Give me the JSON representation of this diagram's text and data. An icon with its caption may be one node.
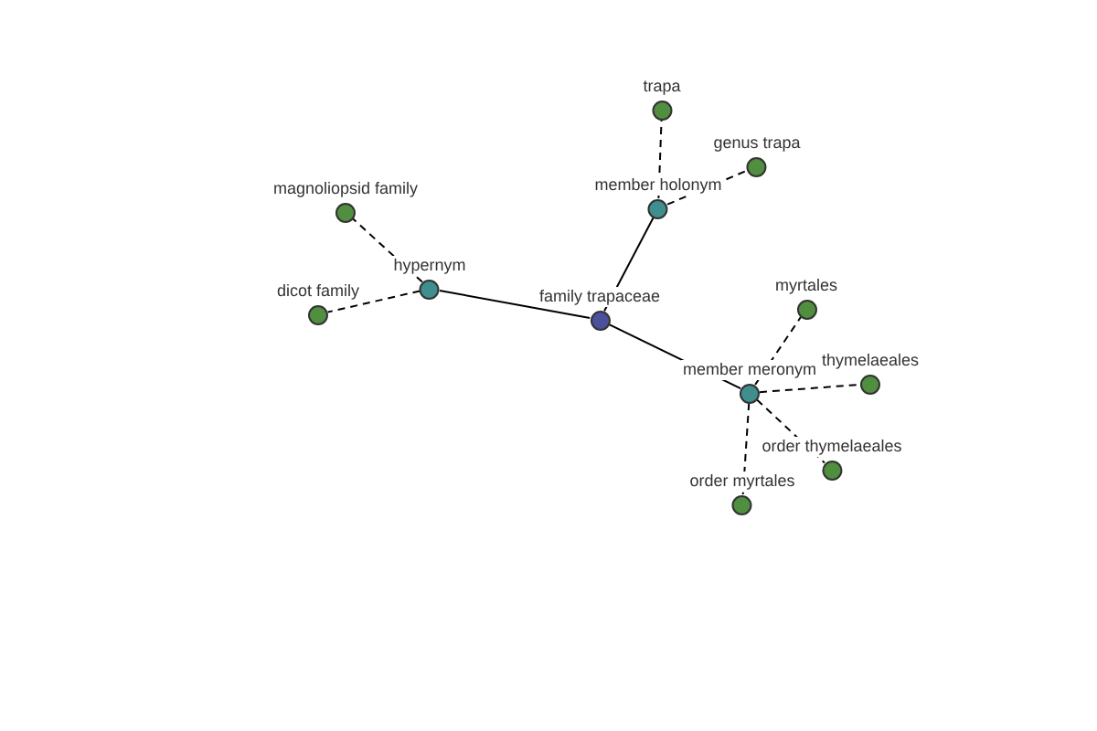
{
  "diagram": {
    "nodes": [
      {
        "text": [
          "family trapaceae"
        ]
      },
      {
        "text": [
          "hypernym"
        ]
      },
      {
        "text": [
          "member holonym"
        ]
      },
      {
        "text": [
          "member meronym"
        ]
      },
      {
        "text": [
          "magnoliopsid family"
        ]
      },
      {
        "text": [
          "dicot family"
        ]
      },
      {
        "text": [
          "trapa"
        ]
      },
      {
        "text": [
          "genus trapa"
        ]
      },
      {
        "text": [
          "myrtales"
        ]
      },
      {
        "text": [
          "thymelaeales"
        ]
      },
      {
        "text": [
          "order thymelaeales"
        ]
      },
      {
        "text": [
          "order myrtales"
        ]
      }
    ],
    "edges": [
      {
        "from": 0,
        "to": 1,
        "arrow": "none"
      },
      {
        "from": 0,
        "to": 2,
        "arrow": "none"
      },
      {
        "from": 0,
        "to": 3,
        "arrow": "none"
      },
      {
        "from": 1,
        "to": 4,
        "arrow": "none",
        "style": "dashed"
      },
      {
        "from": 1,
        "to": 5,
        "arrow": "none",
        "style": "dashed"
      },
      {
        "from": 2,
        "to": 6,
        "arrow": "none",
        "style": "dashed"
      },
      {
        "from": 2,
        "to": 7,
        "arrow": "none",
        "style": "dashed"
      },
      {
        "from": 3,
        "to": 8,
        "arrow": "none",
        "style": "dashed"
      },
      {
        "from": 3,
        "to": 9,
        "arrow": "none",
        "style": "dashed"
      },
      {
        "from": 3,
        "to": 10,
        "arrow": "none",
        "style": "dashed"
      },
      {
        "from": 3,
        "to": 11,
        "arrow": "none",
        "style": "dashed"
      }
    ]
  }
}
